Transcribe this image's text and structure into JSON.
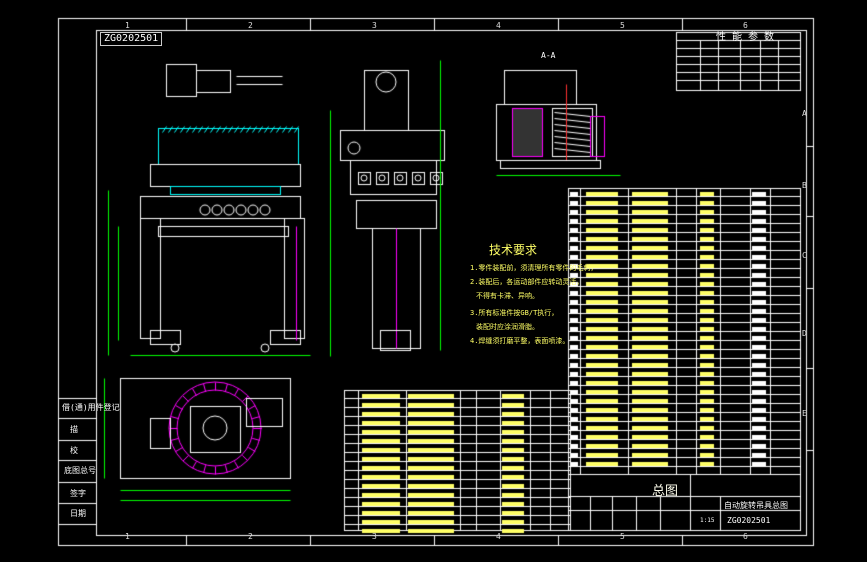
{
  "drawing": {
    "number_stamp": "ZG0202501",
    "grid_top": [
      "1",
      "2",
      "3",
      "4",
      "5",
      "6"
    ],
    "grid_side": [
      "A",
      "B",
      "C",
      "D",
      "E"
    ],
    "section_label": "A-A",
    "tech_requirements_title": "技术要求",
    "tech_notes": [
      "1.零件装配前，须清理所有零件的毛刺，",
      "2.装配后，各运动部件应转动灵活，",
      "  不得有卡滞、异响。",
      "3.所有标准件按GB/T执行，",
      "  装配时应涂润滑脂。",
      "4.焊缝须打磨平整，表面喷漆。"
    ],
    "params_title": "性 能 参 数",
    "title_block": {
      "main_title": "总图",
      "product_name": "自动旋转吊具总图",
      "drawing_code": "ZG0202501",
      "scale": "1:15"
    },
    "side_panel": [
      "借(通)用件登记",
      "描",
      "校",
      "底图总号",
      "签字",
      "日期"
    ],
    "colors": {
      "background": "#000000",
      "outline": "#ffffff",
      "parts": "#00ffff",
      "hidden": "#ff00ff",
      "notes": "#ffff66",
      "dims": "#00ff00",
      "accent_red": "#ff3030"
    }
  }
}
